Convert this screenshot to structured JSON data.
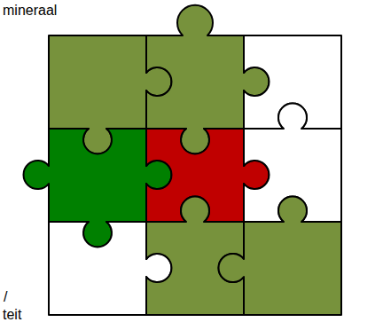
{
  "diagram": {
    "labels": [
      "mineraal",
      "/",
      "teit"
    ]
  }
}
